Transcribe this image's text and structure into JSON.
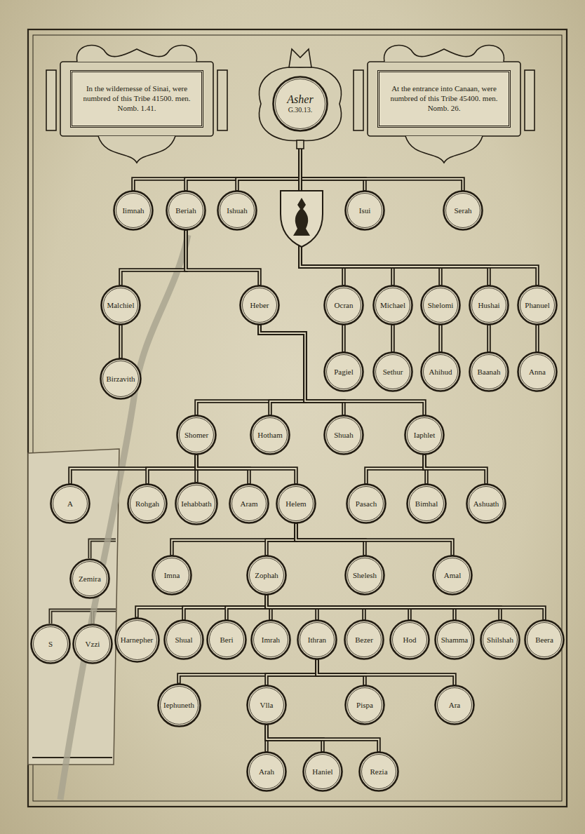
{
  "diagram": {
    "nodes": [
      {
        "text": [
          "In the wildernesse of Sinai, were numbred of this Tribe 41500. men. Nomb. 1.41."
        ]
      },
      {
        "text": [
          "Asher",
          "G.30.13."
        ]
      },
      {
        "text": [
          "At the entrance into Canaan, were numbred of this Tribe 45400. men. Nomb. 26."
        ]
      },
      {
        "text": [
          "Iimnah"
        ]
      },
      {
        "text": [
          "Beriah"
        ]
      },
      {
        "text": [
          "Ishuah"
        ]
      },
      {
        "text": [
          "Isui"
        ]
      },
      {
        "text": [
          "Serah"
        ]
      },
      {
        "text": [
          "Malchiel"
        ]
      },
      {
        "text": [
          "Heber"
        ]
      },
      {
        "text": [
          "Ocran"
        ]
      },
      {
        "text": [
          "Michael"
        ]
      },
      {
        "text": [
          "Shelomi"
        ]
      },
      {
        "text": [
          "Hushai"
        ]
      },
      {
        "text": [
          "Phanuel"
        ]
      },
      {
        "text": [
          "Birzavith"
        ]
      },
      {
        "text": [
          "Pagiel"
        ]
      },
      {
        "text": [
          "Sethur"
        ]
      },
      {
        "text": [
          "Ahihud"
        ]
      },
      {
        "text": [
          "Baanah"
        ]
      },
      {
        "text": [
          "Anna"
        ]
      },
      {
        "text": [
          "Shomer"
        ]
      },
      {
        "text": [
          "Hotham"
        ]
      },
      {
        "text": [
          "Shuah"
        ]
      },
      {
        "text": [
          "Iaphlet"
        ]
      },
      {
        "text": [
          "A"
        ]
      },
      {
        "text": [
          "Rohgah"
        ]
      },
      {
        "text": [
          "Iehabbath"
        ]
      },
      {
        "text": [
          "Aram"
        ]
      },
      {
        "text": [
          "Helem"
        ]
      },
      {
        "text": [
          "Pasach"
        ]
      },
      {
        "text": [
          "Bimhal"
        ]
      },
      {
        "text": [
          "Ashuath"
        ]
      },
      {
        "text": [
          "Zemira"
        ]
      },
      {
        "text": [
          "Imna"
        ]
      },
      {
        "text": [
          "Zophah"
        ]
      },
      {
        "text": [
          "Shelesh"
        ]
      },
      {
        "text": [
          "Amal"
        ]
      },
      {
        "text": [
          "S"
        ]
      },
      {
        "text": [
          "Vzzi"
        ]
      },
      {
        "text": [
          "Harnepher"
        ]
      },
      {
        "text": [
          "Shual"
        ]
      },
      {
        "text": [
          "Beri"
        ]
      },
      {
        "text": [
          "Imrah"
        ]
      },
      {
        "text": [
          "Ithran"
        ]
      },
      {
        "text": [
          "Bezer"
        ]
      },
      {
        "text": [
          "Hod"
        ]
      },
      {
        "text": [
          "Shamma"
        ]
      },
      {
        "text": [
          "Shilshah"
        ]
      },
      {
        "text": [
          "Beera"
        ]
      },
      {
        "text": [
          "Iephuneth"
        ]
      },
      {
        "text": [
          "Vlla"
        ]
      },
      {
        "text": [
          "Pispa"
        ]
      },
      {
        "text": [
          "Ara"
        ]
      },
      {
        "text": [
          "Arah"
        ]
      },
      {
        "text": [
          "Haniel"
        ]
      },
      {
        "text": [
          "Rezia"
        ]
      }
    ],
    "edges": [
      {
        "from": 1,
        "to": 3,
        "arrow": "none"
      },
      {
        "from": 1,
        "to": 4,
        "arrow": "none"
      },
      {
        "from": 1,
        "to": 5,
        "arrow": "none"
      },
      {
        "from": 1,
        "to": 6,
        "arrow": "none"
      },
      {
        "from": 1,
        "to": 7,
        "arrow": "none"
      },
      {
        "from": 1,
        "to": 10,
        "arrow": "none"
      },
      {
        "from": 1,
        "to": 11,
        "arrow": "none"
      },
      {
        "from": 1,
        "to": 12,
        "arrow": "none"
      },
      {
        "from": 1,
        "to": 13,
        "arrow": "none"
      },
      {
        "from": 1,
        "to": 14,
        "arrow": "none"
      },
      {
        "from": 4,
        "to": 8,
        "arrow": "none"
      },
      {
        "from": 4,
        "to": 9,
        "arrow": "none"
      },
      {
        "from": 8,
        "to": 15,
        "arrow": "none"
      },
      {
        "from": 10,
        "to": 16,
        "arrow": "none"
      },
      {
        "from": 11,
        "to": 17,
        "arrow": "none"
      },
      {
        "from": 12,
        "to": 18,
        "arrow": "none"
      },
      {
        "from": 13,
        "to": 19,
        "arrow": "none"
      },
      {
        "from": 14,
        "to": 20,
        "arrow": "none"
      },
      {
        "from": 9,
        "to": 21,
        "arrow": "none"
      },
      {
        "from": 9,
        "to": 22,
        "arrow": "none"
      },
      {
        "from": 9,
        "to": 23,
        "arrow": "none"
      },
      {
        "from": 9,
        "to": 24,
        "arrow": "none"
      },
      {
        "from": 21,
        "to": 25,
        "arrow": "none"
      },
      {
        "from": 21,
        "to": 26,
        "arrow": "none"
      },
      {
        "from": 21,
        "to": 27,
        "arrow": "none"
      },
      {
        "from": 21,
        "to": 28,
        "arrow": "none"
      },
      {
        "from": 21,
        "to": 29,
        "arrow": "none"
      },
      {
        "from": 24,
        "to": 30,
        "arrow": "none"
      },
      {
        "from": 24,
        "to": 31,
        "arrow": "none"
      },
      {
        "from": 24,
        "to": 32,
        "arrow": "none"
      },
      {
        "from": 29,
        "to": 34,
        "arrow": "none"
      },
      {
        "from": 29,
        "to": 35,
        "arrow": "none"
      },
      {
        "from": 29,
        "to": 36,
        "arrow": "none"
      },
      {
        "from": 29,
        "to": 37,
        "arrow": "none"
      },
      {
        "from": 35,
        "to": 40,
        "arrow": "none"
      },
      {
        "from": 35,
        "to": 41,
        "arrow": "none"
      },
      {
        "from": 35,
        "to": 42,
        "arrow": "none"
      },
      {
        "from": 35,
        "to": 43,
        "arrow": "none"
      },
      {
        "from": 35,
        "to": 44,
        "arrow": "none"
      },
      {
        "from": 35,
        "to": 45,
        "arrow": "none"
      },
      {
        "from": 35,
        "to": 46,
        "arrow": "none"
      },
      {
        "from": 35,
        "to": 47,
        "arrow": "none"
      },
      {
        "from": 35,
        "to": 48,
        "arrow": "none"
      },
      {
        "from": 35,
        "to": 49,
        "arrow": "none"
      },
      {
        "from": 44,
        "to": 50,
        "arrow": "none"
      },
      {
        "from": 44,
        "to": 51,
        "arrow": "none"
      },
      {
        "from": 44,
        "to": 52,
        "arrow": "none"
      },
      {
        "from": 44,
        "to": 53,
        "arrow": "none"
      },
      {
        "from": 51,
        "to": 54,
        "arrow": "none"
      },
      {
        "from": 51,
        "to": 55,
        "arrow": "none"
      },
      {
        "from": 51,
        "to": 56,
        "arrow": "none"
      }
    ]
  }
}
